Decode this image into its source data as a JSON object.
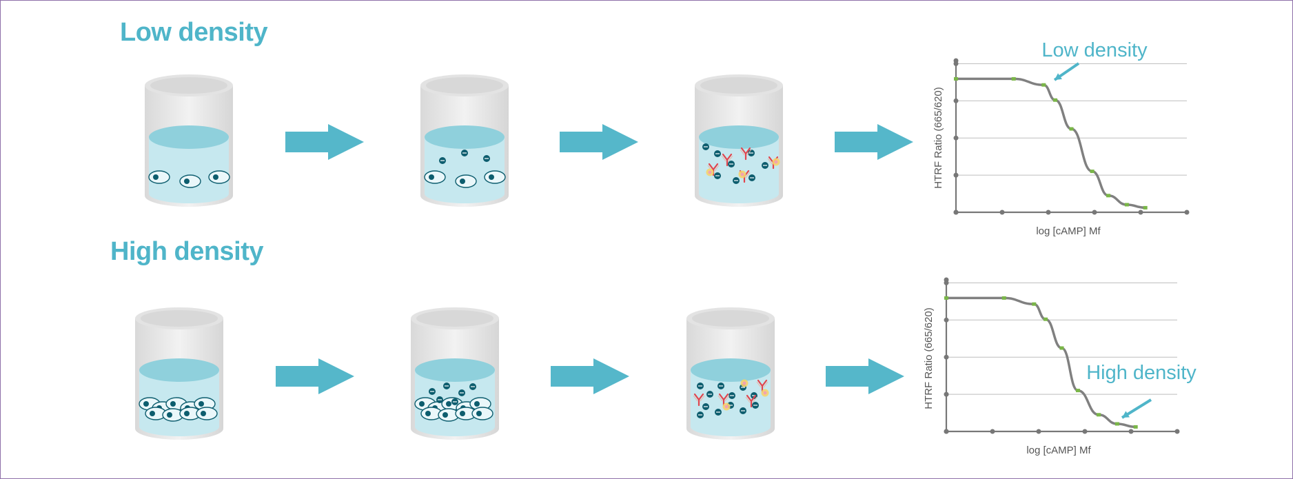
{
  "rows": [
    {
      "title": "Low density",
      "chart_annotation": "Low density",
      "ylabel": "HTRF Ratio (665/620)",
      "xlabel": "log [cAMP] Mf"
    },
    {
      "title": "High density",
      "chart_annotation": "High density",
      "ylabel": "HTRF Ratio (665/620)",
      "xlabel": "log [cAMP] Mf"
    }
  ],
  "colors": {
    "title": "#4fb5c9",
    "arrow": "#55b7ca",
    "liquid_top": "#8fd0dc",
    "liquid_body": "#c6e8ef",
    "cell_nucleus": "#0d5d6e",
    "curve": "#808080",
    "curve_marker": "#7ab648",
    "frame": "#8e6fa8"
  },
  "chart_data": [
    {
      "type": "line",
      "title": "",
      "annotation": "Low density",
      "xlabel": "log [cAMP] Mf",
      "ylabel": "HTRF Ratio (665/620)",
      "x": [
        0.0,
        0.25,
        0.38,
        0.43,
        0.5,
        0.59,
        0.66,
        0.74,
        0.82
      ],
      "y": [
        0.88,
        0.88,
        0.84,
        0.74,
        0.55,
        0.27,
        0.11,
        0.05,
        0.03
      ],
      "grid": true
    },
    {
      "type": "line",
      "title": "",
      "annotation": "High density",
      "xlabel": "log [cAMP] Mf",
      "ylabel": "HTRF Ratio (665/620)",
      "x": [
        0.0,
        0.25,
        0.38,
        0.43,
        0.5,
        0.57,
        0.66,
        0.74,
        0.82
      ],
      "y": [
        0.88,
        0.88,
        0.84,
        0.74,
        0.55,
        0.27,
        0.11,
        0.05,
        0.03
      ],
      "grid": true
    }
  ]
}
